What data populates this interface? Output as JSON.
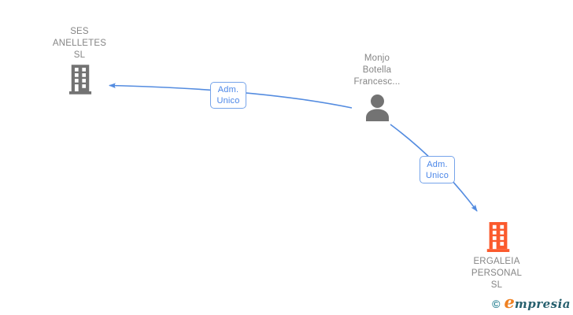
{
  "diagram": {
    "nodes": [
      {
        "id": "ses-anelletes",
        "type": "company",
        "icon": "building-icon",
        "label_lines": [
          "SES",
          "ANELLETES",
          "SL"
        ]
      },
      {
        "id": "monjo-botella",
        "type": "person",
        "icon": "person-icon",
        "label_lines": [
          "Monjo",
          "Botella",
          "Francesc..."
        ]
      },
      {
        "id": "ergaleia-personal",
        "type": "company",
        "icon": "building-icon",
        "label_lines": [
          "ERGALEIA",
          "PERSONAL",
          "SL"
        ]
      }
    ],
    "edges": [
      {
        "from": "monjo-botella",
        "to": "ses-anelletes",
        "label_lines": [
          "Adm.",
          "Unico"
        ]
      },
      {
        "from": "monjo-botella",
        "to": "ergaleia-personal",
        "label_lines": [
          "Adm.",
          "Unico"
        ]
      }
    ]
  },
  "watermark": {
    "copyright_symbol": "©",
    "brand_initial": "e",
    "brand_rest": "mpresia"
  },
  "colors": {
    "edge_blue": "#548ce0",
    "label_blue": "#4a86e8",
    "label_border": "#76a4ea",
    "text_gray": "#858585",
    "icon_gray": "#737373",
    "icon_orange": "#fb5a2d",
    "wm_teal": "#2a8294",
    "wm_dark": "#27606e",
    "wm_orange": "#ef8122"
  }
}
